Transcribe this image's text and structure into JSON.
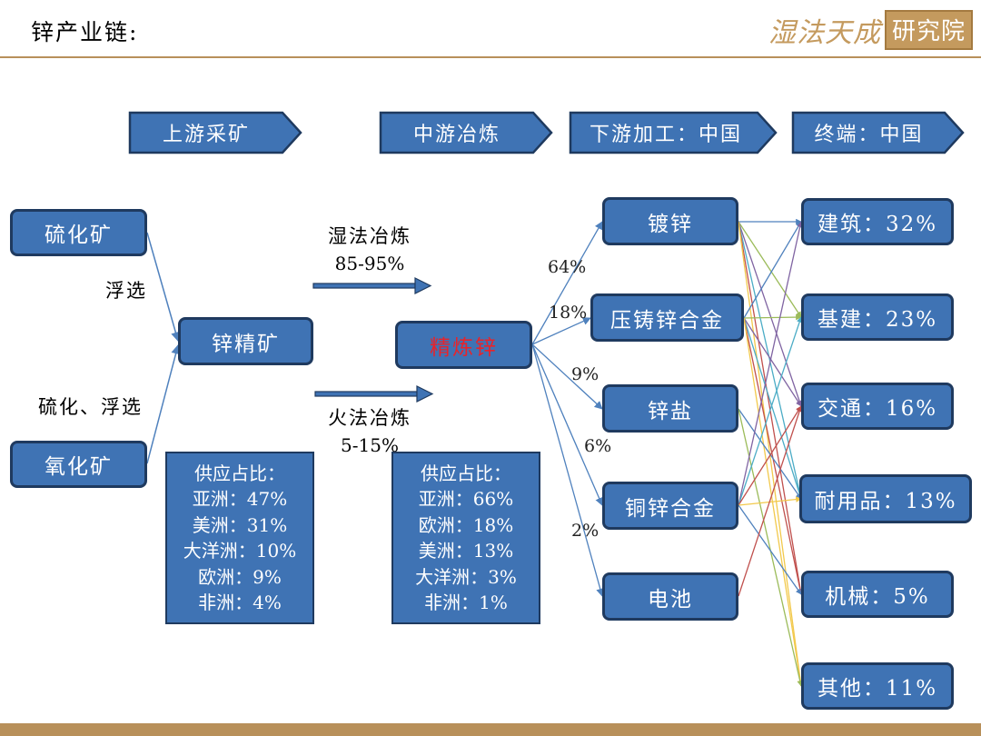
{
  "header": {
    "title": "锌产业链:",
    "logo_text_a": "湿法天成",
    "logo_text_b": "研究院"
  },
  "stages": {
    "upstream": "上游采矿",
    "midstream": "中游冶炼",
    "downstream": "下游加工：中国",
    "terminal": "终端：中国"
  },
  "ores": {
    "sulfide": "硫化矿",
    "oxide": "氧化矿",
    "concentrate": "锌精矿",
    "flotation": "浮选",
    "sulfide_flotation": "硫化、浮选"
  },
  "smelting": {
    "hydro": "湿法冶炼",
    "hydro_share": "85-95%",
    "pyro": "火法冶炼",
    "pyro_share": "5-15%",
    "refined": "精炼锌"
  },
  "mining_supply": {
    "title": "供应占比：",
    "rows": [
      "亚洲：47%",
      "美洲：31%",
      "大洋洲：10%",
      "欧洲：9%",
      "非洲：4%"
    ]
  },
  "smelting_supply": {
    "title": "供应占比：",
    "rows": [
      "亚洲：66%",
      "欧洲：18%",
      "美洲：13%",
      "大洋洲：3%",
      "非洲：1%"
    ]
  },
  "processing": {
    "items": [
      "镀锌",
      "压铸锌合金",
      "锌盐",
      "铜锌合金",
      "电池"
    ],
    "shares": [
      "64%",
      "18%",
      "9%",
      "6%",
      "2%"
    ]
  },
  "terminal": {
    "items": [
      "建筑：32%",
      "基建：23%",
      "交通：16%",
      "耐用品：13%",
      "机械：5%",
      "其他：11%"
    ]
  },
  "colors": {
    "box_fill": "#3f73b4",
    "box_border": "#1f3a5f",
    "accent_gold": "#b8905a",
    "refined_text": "#e8232a",
    "flow_lines": [
      "#4f81bd",
      "#9bbb59",
      "#8064a2",
      "#4bacc6",
      "#c0504d",
      "#f2c94c"
    ]
  }
}
